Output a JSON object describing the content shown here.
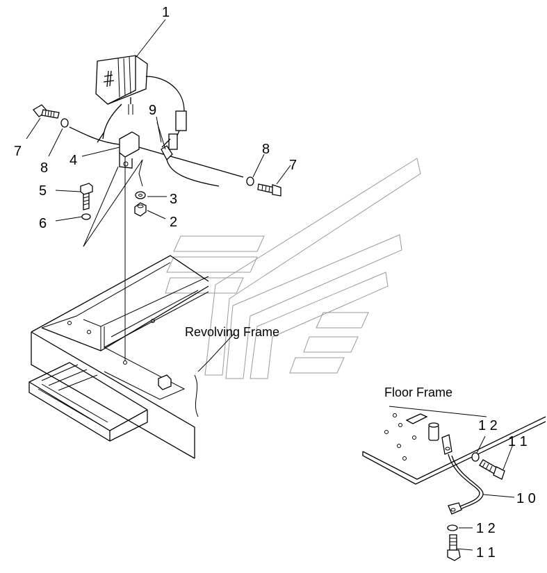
{
  "callouts": {
    "c1": "1",
    "c2": "2",
    "c3": "3",
    "c4": "4",
    "c5": "5",
    "c6": "6",
    "c7_left": "7",
    "c7_right": "7",
    "c8_left": "8",
    "c8_right": "8",
    "c9": "9",
    "c10": "1 0",
    "c11_upper": "1 1",
    "c11_lower": "1 1",
    "c12_upper": "1 2",
    "c12_lower": "1 2"
  },
  "labels": {
    "revolving_frame": "Revolving Frame",
    "floor_frame": "Floor Frame"
  },
  "watermark": "logo-watermark"
}
